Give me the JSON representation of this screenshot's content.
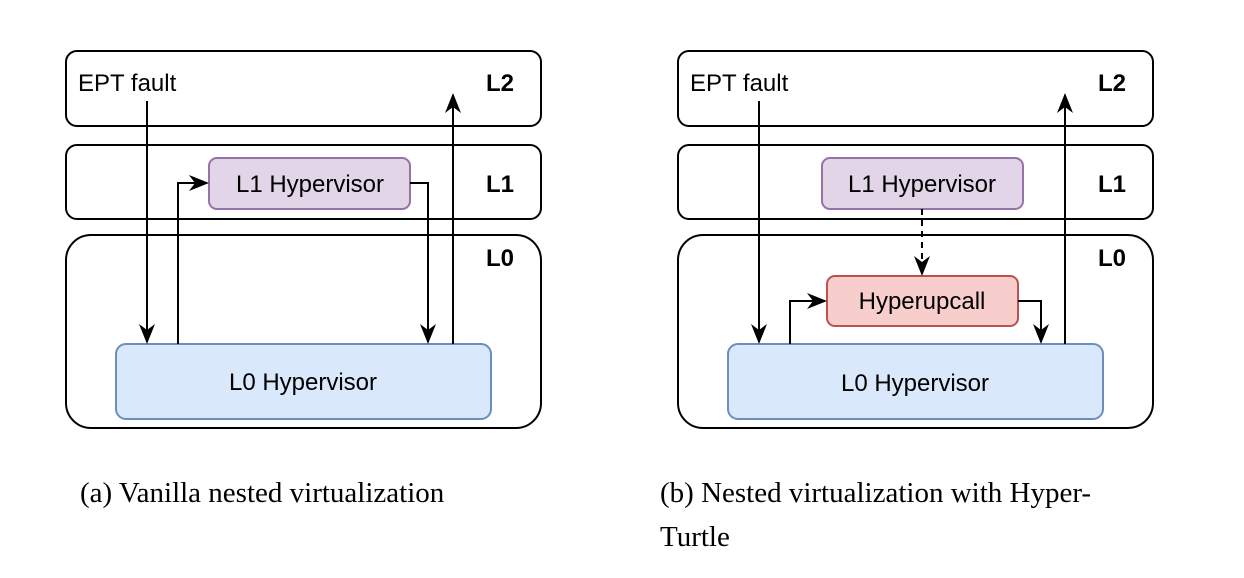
{
  "panels": [
    {
      "layers": {
        "l2": "L2",
        "l1": "L1",
        "l0": "L0"
      },
      "ept": "EPT fault",
      "l1_hyp": "L1 Hypervisor",
      "l0_hyp": "L0 Hypervisor",
      "caption": "(a) Vanilla nested virtualization"
    },
    {
      "layers": {
        "l2": "L2",
        "l1": "L1",
        "l0": "L0"
      },
      "ept": "EPT fault",
      "l1_hyp": "L1 Hypervisor",
      "hyperupcall": "Hyperupcall",
      "l0_hyp": "L0 Hypervisor",
      "caption_line1": "(b) Nested virtualization with Hyper-",
      "caption_line2": "Turtle"
    }
  ],
  "colors": {
    "l1_fill": "#e1d5e7",
    "l1_stroke": "#9673a6",
    "l0_fill": "#dae8fc",
    "l0_stroke": "#6c8ebf",
    "hu_fill": "#f8cecc",
    "hu_stroke": "#b85450"
  }
}
